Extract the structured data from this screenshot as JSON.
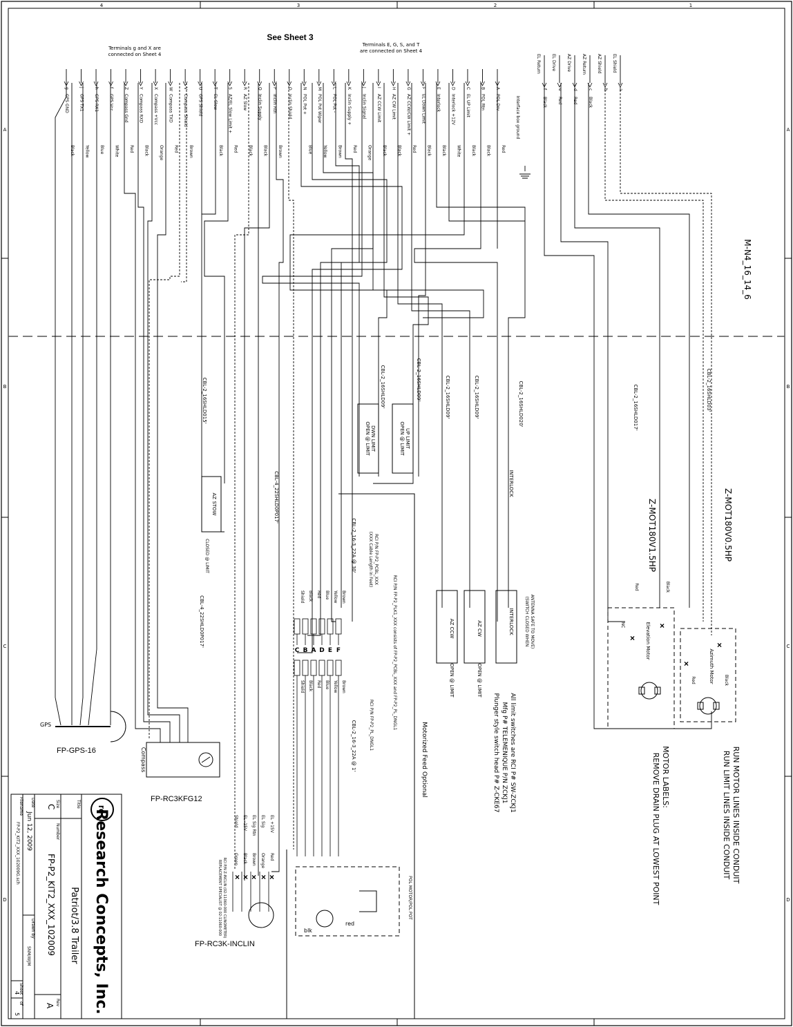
{
  "header": {
    "see_sheet": "See Sheet 3",
    "note_left_1": "Terminals g and X are",
    "note_left_2": "connected on Sheet 4",
    "note_right_1": "Terminals E, G, S, and T",
    "note_right_2": "are connected on Sheet 4"
  },
  "border": {
    "col_labels": [
      "4",
      "3",
      "2",
      "1"
    ],
    "row_labels": [
      "A",
      "B",
      "C",
      "D"
    ]
  },
  "drawing_id": "M-N4_16_14_6",
  "terminals": [
    {
      "id": "g",
      "label": "GPS GND",
      "color": "Black"
    },
    {
      "id": "j",
      "label": "GPS TX1",
      "color": "Yellow"
    },
    {
      "id": "h",
      "label": "GPS RX1",
      "color": "Blue"
    },
    {
      "id": "f",
      "label": "GPS Vcc",
      "color": "White"
    },
    {
      "id": "Z",
      "label": "Compass Gnd",
      "color": "Red"
    },
    {
      "id": "Y",
      "label": "Compass RXD",
      "color": "Black"
    },
    {
      "id": "X",
      "label": "Compass +Vcc",
      "color": "Orange"
    },
    {
      "id": "W",
      "label": "Compass TXD",
      "color": "Red"
    },
    {
      "id": "V",
      "label": "Compass Shield",
      "color": "Brown"
    },
    {
      "id": "U",
      "label": "GPS Shield",
      "color": ""
    },
    {
      "id": "T",
      "label": "EL Slow",
      "color": "Black"
    },
    {
      "id": "S",
      "label": "AZ/EL Slow Limit +",
      "color": "Red"
    },
    {
      "id": "R",
      "label": "AZ Slow",
      "color": "Black"
    },
    {
      "id": "Q",
      "label": "Inclin Supply",
      "color": "Black"
    },
    {
      "id": "P",
      "label": "Inclin Rtn",
      "color": "Brown"
    },
    {
      "id": "O",
      "label": "Inclin Shield",
      "color": ""
    },
    {
      "id": "N",
      "label": "POL Pot +",
      "color": "Blue"
    },
    {
      "id": "M",
      "label": "POL Pot Wiper",
      "color": "Yellow"
    },
    {
      "id": "L",
      "label": "POL Pot -",
      "color": "Brown"
    },
    {
      "id": "K",
      "label": "Inclin Supply +",
      "color": "Red"
    },
    {
      "id": "J",
      "label": "Inclin Signal",
      "color": "Orange"
    },
    {
      "id": "I",
      "label": "AZ CCW Limit",
      "color": "Black"
    },
    {
      "id": "H",
      "label": "AZ CW Limit",
      "color": "Black"
    },
    {
      "id": "G",
      "label": "AZ CCW/CW Limit +",
      "color": "Red"
    },
    {
      "id": "F",
      "label": "EL Down Limit",
      "color": "Black"
    },
    {
      "id": "E",
      "label": "Interlock",
      "color": "Black"
    },
    {
      "id": "D",
      "label": "Interlock +12V",
      "color": "White"
    },
    {
      "id": "C",
      "label": "EL UP Limit",
      "color": "Black"
    },
    {
      "id": "B",
      "label": "POL Rtn",
      "color": "Black"
    },
    {
      "id": "A",
      "label": "POL Drv",
      "color": "Red"
    }
  ],
  "motor_terminals": [
    {
      "id": "f",
      "label": "EL Return",
      "color": "Black"
    },
    {
      "id": "e",
      "label": "EL Drive",
      "color": "Red"
    },
    {
      "id": "d",
      "label": "AZ Drive",
      "color": "Red"
    },
    {
      "id": "c",
      "label": "AZ Return",
      "color": "Black"
    },
    {
      "id": "b",
      "label": "AZ Shield",
      "color": ""
    },
    {
      "id": "a",
      "label": "EL Shield",
      "color": ""
    }
  ],
  "ground_label": "Interface box ground",
  "cables": {
    "cbl_gps": "CBL-4_22SHLD0P017'",
    "cbl_compass": "CBL-4_22SHLD0P017'",
    "cbl_az_stow": "CBL-2_16SHLD015'",
    "cbl_dwn": "CBL-2_16SHLD09'",
    "cbl_up": "CBL-2_16SHLD09'",
    "cbl_ccw": "CBL-2_16SHLD09'",
    "cbl_cw": "CBL-2_16SHLD09'",
    "cbl_interlock": "CBL-2_16SHLD020'",
    "cbl_el_motor": "CBL-2_16SHLD017'",
    "cbl_az_motor": "CBL-2_16SHLD03'",
    "cbl_feed_1": "CBL-2_16-3_22A @ 30'",
    "cbl_feed_2": "CBL-2_16-3_22A @ 1'"
  },
  "switches": {
    "dwn_limit": "DWN LIMIT",
    "up_limit": "UP LIMIT",
    "open_at_limit": "OPEN @ LIMIT",
    "az_ccw": "AZ CCW",
    "az_cw": "AZ CW",
    "interlock": "INTERLOCK",
    "interlock_note_1": "(SWITCH CLOSED WHEN",
    "interlock_note_2": "ANTENNA SAFE TO MOVE)",
    "az_stow": "AZ STOW",
    "closed_at_limit": "CLOSED @ LIMIT"
  },
  "motors": {
    "el_model": "Z-MOT180V1.5HP",
    "az_model": "Z-MOT180V0.5HP",
    "el_label": "Elevation Motor",
    "az_label": "Azimuth Motor",
    "red": "Red",
    "black": "Black",
    "nc": "NC"
  },
  "notes": {
    "limit_1": "All limit switches are RCI P# SW-ZCKJ1",
    "limit_2": "Mfg P# TELEMENIQUE P/N ZCKJ1",
    "limit_3": "Plunger style switch head P# Z-CKE67",
    "motor_lines_1": "RUN MOTOR LINES INSIDE CONDUIT",
    "motor_lines_2": "RUN LIMIT LINES INSIDE CONDUIT",
    "motor_labels_1": "MOTOR LABELS:",
    "motor_labels_2": "REMOVE DRAIN PLUG AT LOWEST POINT"
  },
  "feed": {
    "title": "Motorized Feed Optional",
    "pn_1": "RCI P/N FP-P2_PLK1_XXX consists of FP-P2_PCBL_XXX and FP-P2_PL_DNGL1",
    "pn_2": "RCI P/N FP-P2_PCBL_XXX",
    "pn_3": "(XXX Cable Length in Feet)",
    "dongle": "RCI P/N FP-P2_PL_DNGL1",
    "pot_label": "POL MOTOR/POL POT",
    "conn_letters": [
      "F",
      "E",
      "D",
      "A",
      "B",
      "C"
    ],
    "wire_colors": [
      "Brown",
      "Yellow",
      "Blue",
      "Red",
      "Black",
      "Shield"
    ],
    "red": "red",
    "blk": "blk"
  },
  "devices": {
    "gps": "FP-GPS-16",
    "gps_word": "GPS",
    "compass": "FP-RC3KFG12",
    "compass_word": "Compass",
    "inclin": "FP-RC3K-INCLIN",
    "inclin_note_1": "RCI P/N Z-INCLIN (02-11060-000 CLINOMETER)",
    "inclin_note_2": "REPLACEMENT SPECIALIST @ 02-11060-000",
    "inclin_sigs": [
      "EL +15V",
      "EL Sig",
      "EL Sig Rtn",
      "EL -15V",
      "Shield"
    ],
    "inclin_colors": [
      "Red",
      "Orange",
      "Brown",
      "Black",
      "Green"
    ]
  },
  "title_block": {
    "company": "Research Concepts, Inc.",
    "title_label": "Title",
    "title": "Patriot/3.8 Trailer",
    "size_label": "Size",
    "size": "C",
    "number_label": "Number",
    "number": "FP-P2_KIT2_XXX_102009",
    "rev_label": "Rev",
    "rev": "A",
    "date_label": "Date",
    "date": "Jun 12, 2009",
    "drawn_label": "Drawn by",
    "drawn": "SNM/WJM",
    "filename_label": "Filename",
    "filename": "FP-P2_KIT2_XXX_102009G.sch",
    "sheet_label": "Sheet",
    "sheet": "4",
    "of_label": "of",
    "of": "5"
  }
}
